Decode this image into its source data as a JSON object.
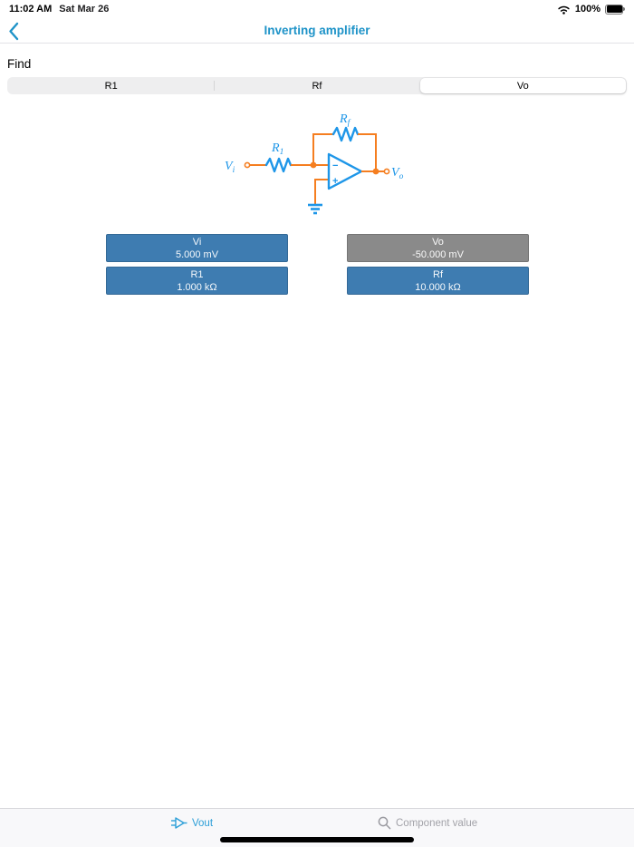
{
  "status_bar": {
    "time": "11:02 AM",
    "date": "Sat Mar 26",
    "battery_percent": "100%"
  },
  "nav": {
    "title": "Inverting amplifier"
  },
  "find": {
    "label": "Find",
    "segments": [
      {
        "label": "R1",
        "selected": false
      },
      {
        "label": "Rf",
        "selected": false
      },
      {
        "label": "Vo",
        "selected": true
      }
    ]
  },
  "circuit": {
    "vi": {
      "main": "V",
      "sub": "i"
    },
    "vo": {
      "main": "V",
      "sub": "o"
    },
    "r1": {
      "main": "R",
      "sub": "1"
    },
    "rf": {
      "main": "R",
      "sub": "f"
    },
    "opamp_minus": "−",
    "opamp_plus": "+"
  },
  "values": [
    {
      "name": "Vi",
      "value": "5.000 mV",
      "state": "input"
    },
    {
      "name": "Vo",
      "value": "-50.000 mV",
      "state": "result"
    },
    {
      "name": "R1",
      "value": "1.000 kΩ",
      "state": "input"
    },
    {
      "name": "Rf",
      "value": "10.000 kΩ",
      "state": "input"
    }
  ],
  "toolbar": {
    "vout_label": "Vout",
    "search_placeholder": "Component value"
  },
  "colors": {
    "accent": "#1E93C8",
    "toolbar_accent": "#2D9FD8",
    "button_blue": "#3E7CB1",
    "button_gray": "#8A8A8A",
    "wire_orange": "#F57E20",
    "component_blue": "#1E96E8"
  }
}
